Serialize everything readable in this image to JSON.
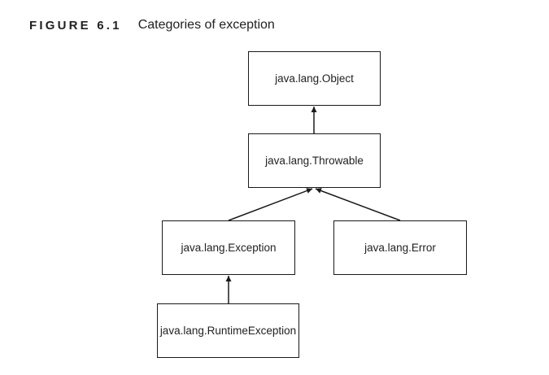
{
  "caption": {
    "number": "FIGURE 6.1",
    "title": "Categories of exception"
  },
  "nodes": {
    "object": "java.lang.Object",
    "throwable": "java.lang.Throwable",
    "exception": "java.lang.Exception",
    "error": "java.lang.Error",
    "runtime_exception": "java.lang.RuntimeException"
  },
  "edges": [
    {
      "from": "throwable",
      "to": "object"
    },
    {
      "from": "exception",
      "to": "throwable"
    },
    {
      "from": "error",
      "to": "throwable"
    },
    {
      "from": "runtime_exception",
      "to": "exception"
    }
  ]
}
